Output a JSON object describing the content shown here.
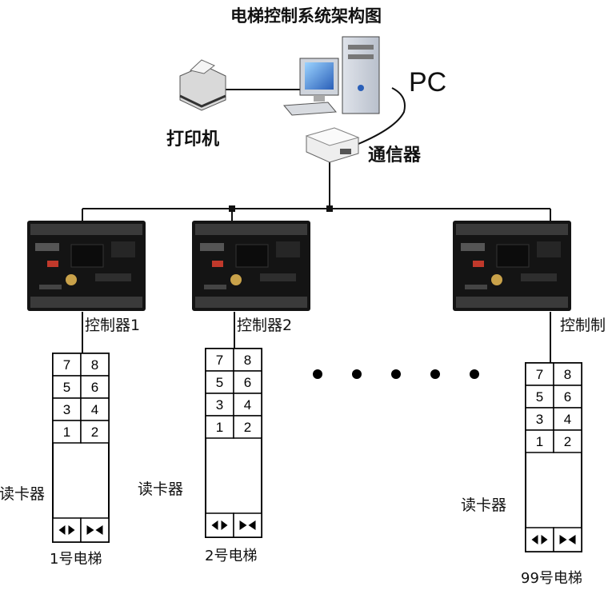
{
  "title": "电梯控制系统架构图",
  "printer_label": "打印机",
  "pc_label": "PC",
  "comm_label": "通信器",
  "controllers": [
    {
      "label": "控制器1",
      "reader_label": "读卡器",
      "elevator_label": "1号电梯"
    },
    {
      "label": "控制器2",
      "reader_label": "读卡器",
      "elevator_label": "2号电梯"
    },
    {
      "label": "控制制",
      "reader_label": "读卡器",
      "elevator_label": "99号电梯"
    }
  ],
  "floor_keys": [
    [
      "7",
      "8"
    ],
    [
      "5",
      "6"
    ],
    [
      "3",
      "4"
    ],
    [
      "1",
      "2"
    ]
  ],
  "door_icons": [
    "open-door-icon",
    "close-door-icon"
  ],
  "ellipsis_count": 5
}
